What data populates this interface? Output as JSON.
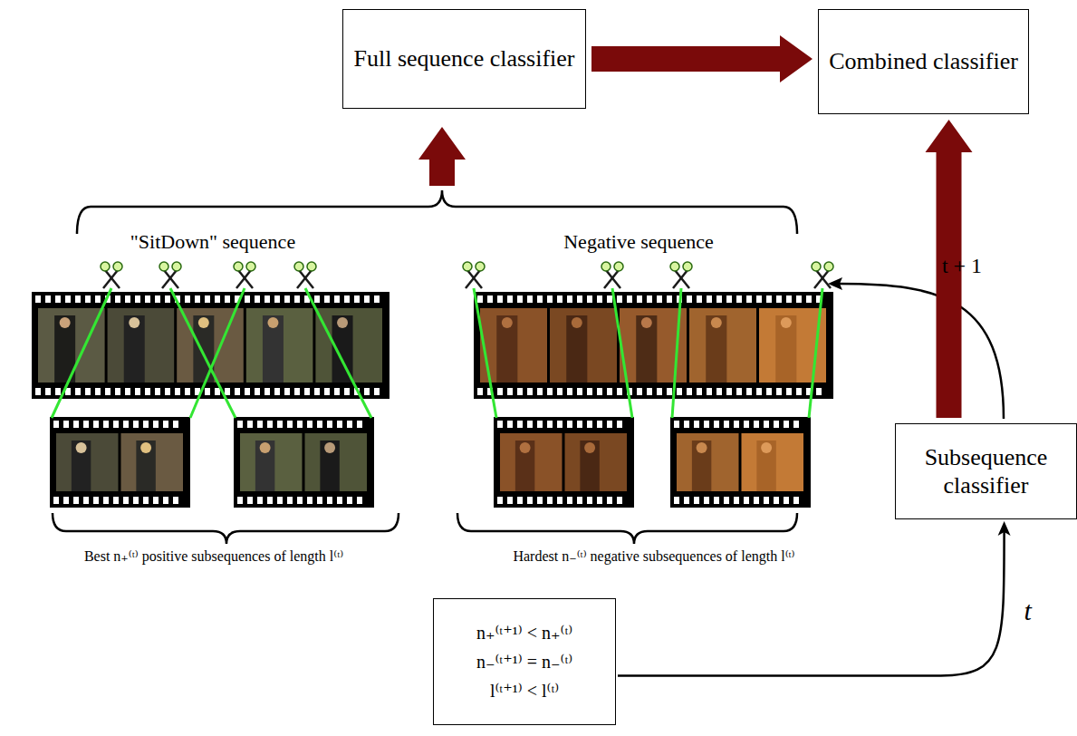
{
  "diagram": {
    "nodes": [
      {
        "text": [
          "Full sequence classifier"
        ]
      },
      {
        "text": [
          "Combined classifier"
        ]
      },
      {
        "text": [
          "Subsequence classifier"
        ]
      },
      {
        "text": [
          "n₊⁽ᵗ⁺¹⁾ < n₊⁽ᵗ⁾",
          "n₋⁽ᵗ⁺¹⁾ = n₋⁽ᵗ⁾",
          "l⁽ᵗ⁺¹⁾ < l⁽ᵗ⁾"
        ]
      }
    ],
    "edges": [
      {
        "from": 0,
        "to": 1,
        "arrow": "to"
      },
      {
        "from": 2,
        "to": 1,
        "arrow": "to"
      },
      {
        "from": 3,
        "to": 2,
        "label": "t",
        "arrow": "to"
      }
    ],
    "labels": [
      "\"SitDown\" sequence",
      "Negative sequence",
      "Best n₊⁽ᵗ⁾ positive subsequences of length l⁽ᵗ⁾",
      "Hardest n₋⁽ᵗ⁾ negative subsequences of length l⁽ᵗ⁾",
      "t + 1"
    ]
  }
}
